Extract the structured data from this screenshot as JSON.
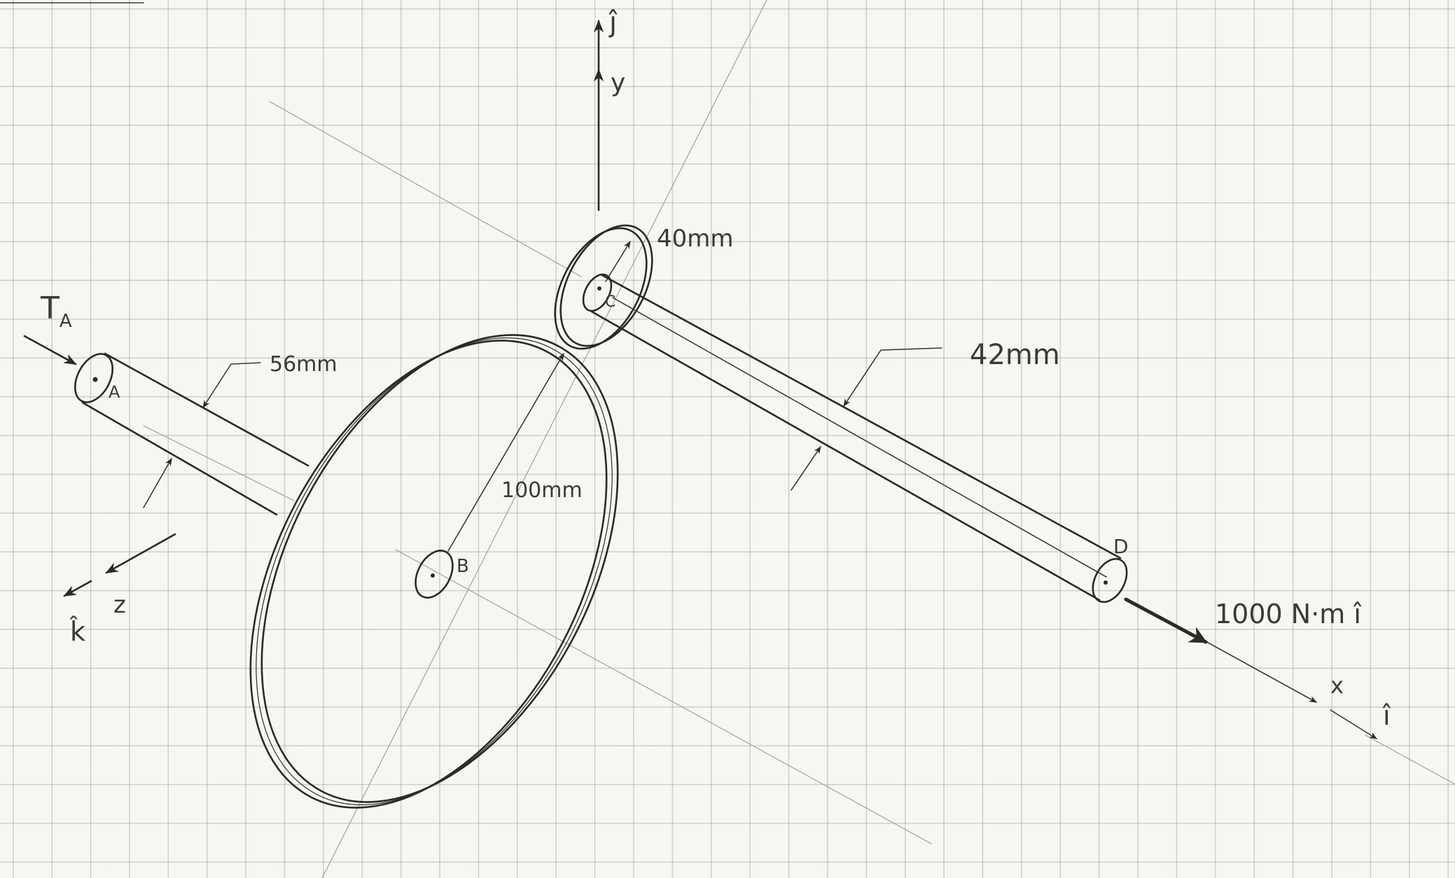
{
  "labels": {
    "y_hat": "ĵ",
    "y_axis": "y",
    "z_axis": "z",
    "z_hat": "k̂",
    "x_axis": "x",
    "x_hat": "î",
    "torque_A": "T",
    "torque_A_sub": "A",
    "point_A": "A",
    "point_B": "B",
    "point_C": "C",
    "point_D": "D",
    "dim_AB": "56mm",
    "dim_gear_B": "100mm",
    "dim_gear_C": "40mm",
    "dim_CD": "42mm",
    "torque_D": "1000 N·m î"
  },
  "colors": {
    "ink": "#2a2a2a",
    "paper": "#f6f6f3",
    "grid": "#9a9a9a"
  }
}
